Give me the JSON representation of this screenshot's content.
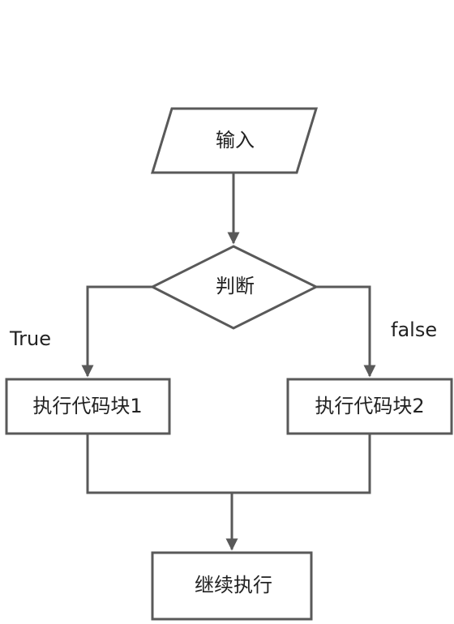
{
  "diagram": {
    "type": "flowchart",
    "line_color": "#595959",
    "fill_color": "#ffffff",
    "text_color": "#222222",
    "nodes": {
      "input": {
        "shape": "parallelogram",
        "label": "输入"
      },
      "decision": {
        "shape": "diamond",
        "label": "判断"
      },
      "block1": {
        "shape": "rectangle",
        "label": "执行代码块1"
      },
      "block2": {
        "shape": "rectangle",
        "label": "执行代码块2"
      },
      "continue": {
        "shape": "rectangle",
        "label": "继续执行"
      }
    },
    "edges": {
      "true_label": "True",
      "false_label": "false"
    }
  }
}
